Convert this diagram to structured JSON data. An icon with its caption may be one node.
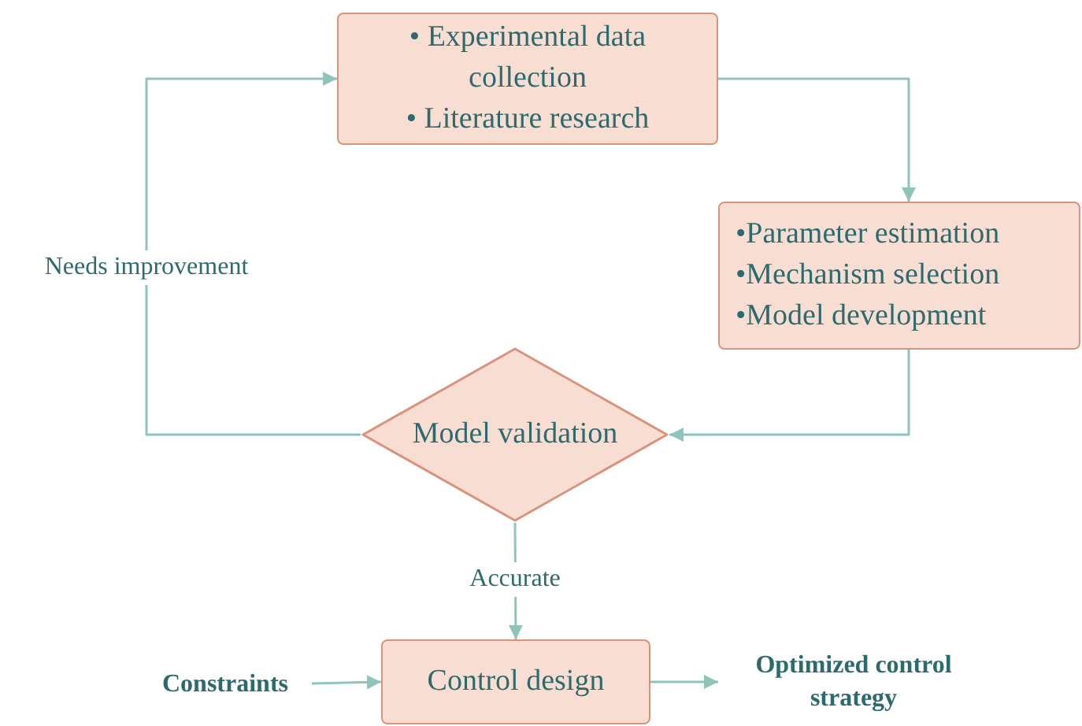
{
  "diagram": {
    "nodes": [
      {
        "text": [
          "• Experimental data collection",
          "• Literature research"
        ]
      },
      {
        "text": [
          "•Parameter estimation",
          "•Mechanism selection",
          "•Model development"
        ]
      },
      {
        "text": [
          "Model validation"
        ]
      },
      {
        "text": [
          "Control design"
        ]
      },
      {
        "text": [
          "Constraints"
        ]
      },
      {
        "text": [
          "Optimized control strategy"
        ]
      }
    ],
    "edges": [
      {
        "from": 0,
        "to": 1,
        "arrow": "to"
      },
      {
        "from": 1,
        "to": 2,
        "arrow": "to"
      },
      {
        "from": 2,
        "to": 0,
        "arrow": "to",
        "label": "Needs improvement"
      },
      {
        "from": 2,
        "to": 3,
        "arrow": "to",
        "label": "Accurate"
      },
      {
        "from": 4,
        "to": 3,
        "arrow": "to"
      },
      {
        "from": 3,
        "to": 5,
        "arrow": "to"
      }
    ]
  }
}
